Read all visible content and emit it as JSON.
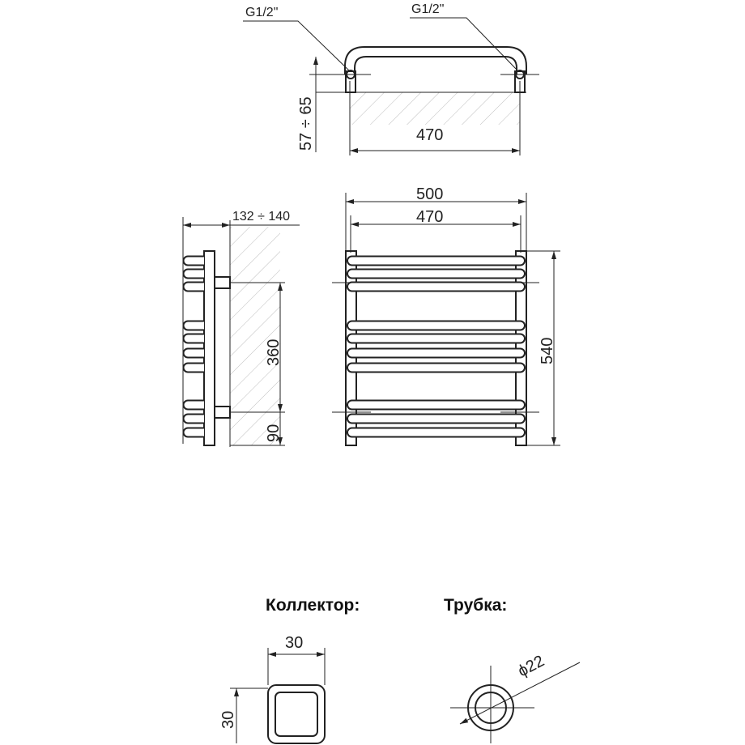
{
  "top_view": {
    "connection_left": "G1/2\"",
    "connection_right": "G1/2\"",
    "wall_distance": "57 ÷ 65",
    "center_distance": "470"
  },
  "side_view": {
    "depth": "132 ÷ 140",
    "connection_spacing": "360",
    "bottom_offset": "90"
  },
  "front_view": {
    "total_width": "500",
    "center_distance": "470",
    "total_height": "540"
  },
  "collector": {
    "heading": "Коллектор:",
    "width": "30",
    "height": "30"
  },
  "tube": {
    "heading": "Трубка:",
    "diameter": "ϕ22"
  }
}
